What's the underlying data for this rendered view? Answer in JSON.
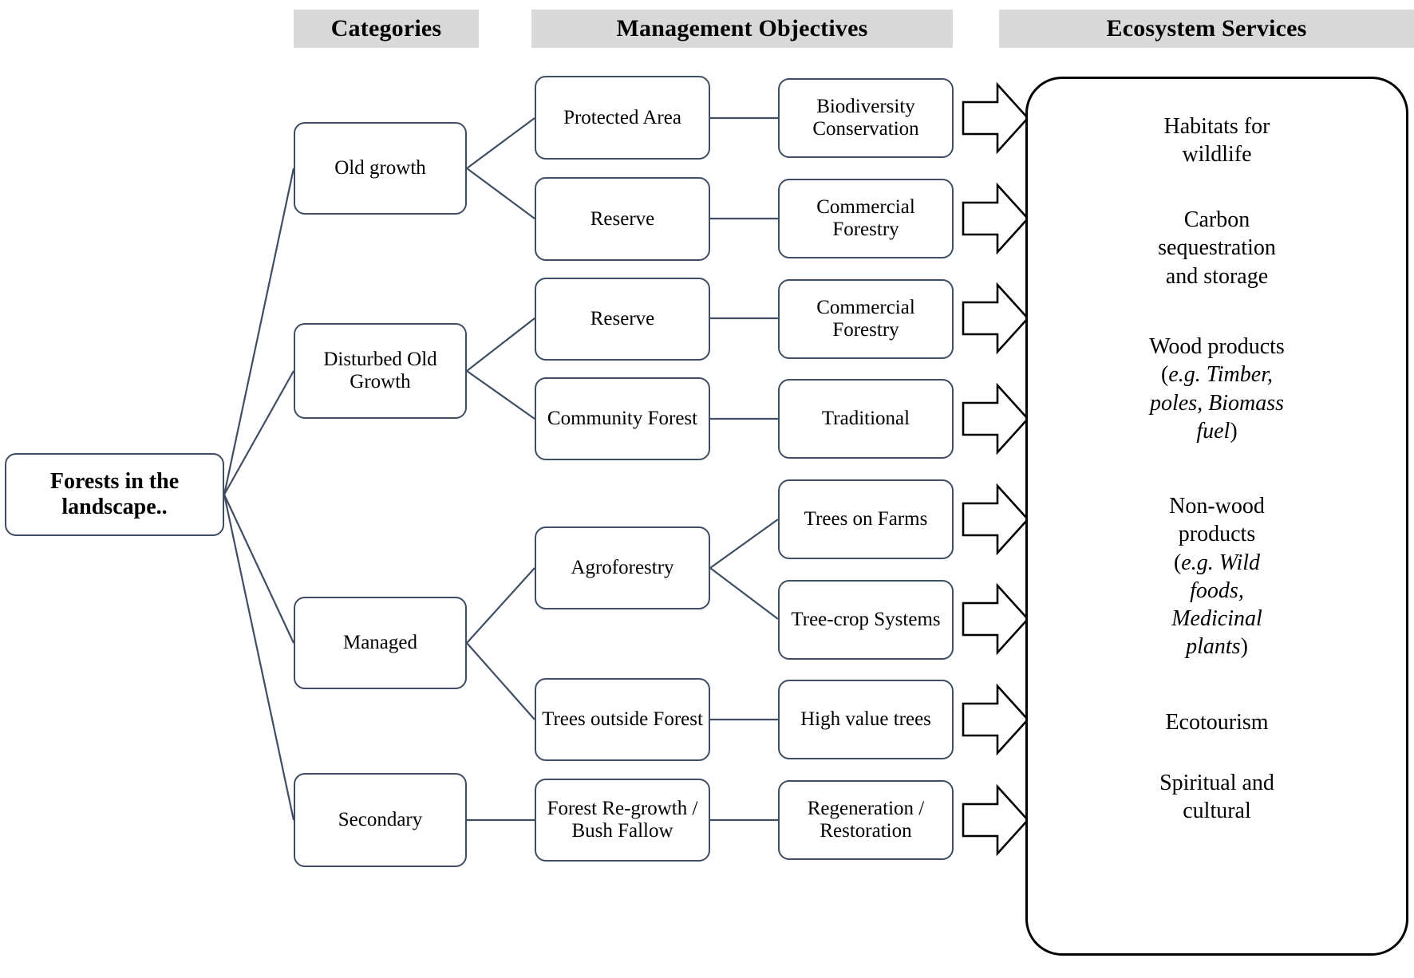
{
  "headers": [
    {
      "id": "categories",
      "label": "Categories"
    },
    {
      "id": "objectives",
      "label": "Management Objectives"
    },
    {
      "id": "services",
      "label": "Ecosystem Services"
    }
  ],
  "root": {
    "label": "Forests in the landscape.."
  },
  "categories": [
    {
      "id": "old-growth",
      "label": "Old growth"
    },
    {
      "id": "disturbed-old-growth",
      "label": "Disturbed Old Growth"
    },
    {
      "id": "managed",
      "label": "Managed"
    },
    {
      "id": "secondary",
      "label": "Secondary"
    }
  ],
  "objectives_level1": [
    {
      "id": "protected-area",
      "label": "Protected Area"
    },
    {
      "id": "reserve-1",
      "label": "Reserve"
    },
    {
      "id": "reserve-2",
      "label": "Reserve"
    },
    {
      "id": "community-forest",
      "label": "Community Forest"
    },
    {
      "id": "trees-on-farms",
      "label": "Trees on Farms"
    },
    {
      "id": "agroforestry",
      "label": "Agroforestry"
    },
    {
      "id": "tree-crop-systems",
      "label": "Tree-crop Systems"
    },
    {
      "id": "trees-outside-forest",
      "label": "Trees outside Forest"
    },
    {
      "id": "forest-regrowth",
      "label": "Forest Re-growth / Bush Fallow"
    }
  ],
  "objectives_level2": [
    {
      "id": "biodiversity-conservation",
      "label": "Biodiversity Conservation"
    },
    {
      "id": "commercial-forestry-1",
      "label": "Commercial Forestry"
    },
    {
      "id": "commercial-forestry-2",
      "label": "Commercial Forestry"
    },
    {
      "id": "traditional",
      "label": "Traditional"
    },
    {
      "id": "high-value-trees",
      "label": "High value trees"
    },
    {
      "id": "regeneration-restoration",
      "label": "Regeneration / Restoration"
    }
  ],
  "ecosystem_services": [
    {
      "id": "habitats",
      "lines": [
        {
          "text": "Habitats for",
          "italic": false
        },
        {
          "text": "wildlife",
          "italic": false
        }
      ]
    },
    {
      "id": "carbon",
      "lines": [
        {
          "text": "Carbon",
          "italic": false
        },
        {
          "text": "sequestration",
          "italic": false
        },
        {
          "text": "and storage",
          "italic": false
        }
      ]
    },
    {
      "id": "wood-products",
      "lines": [
        {
          "text": "Wood products",
          "italic": false
        },
        {
          "text": "(",
          "italic": false,
          "suffix_italic": "e.g. Timber,"
        },
        {
          "text": "poles, Biomass",
          "italic": true
        },
        {
          "text": "fuel",
          "italic": true,
          "suffix": ")"
        }
      ]
    },
    {
      "id": "non-wood-products",
      "lines": [
        {
          "text": "Non-wood",
          "italic": false
        },
        {
          "text": "products",
          "italic": false
        },
        {
          "text": "(",
          "italic": false,
          "suffix_italic": "e.g. Wild"
        },
        {
          "text": "foods,",
          "italic": true
        },
        {
          "text": "Medicinal",
          "italic": true
        },
        {
          "text": "plants",
          "italic": true,
          "suffix": ")"
        }
      ]
    },
    {
      "id": "ecotourism",
      "lines": [
        {
          "text": "Ecotourism",
          "italic": false
        }
      ]
    },
    {
      "id": "spiritual",
      "lines": [
        {
          "text": "Spiritual and",
          "italic": false
        },
        {
          "text": "cultural",
          "italic": false
        }
      ]
    }
  ],
  "arrow_count": 6,
  "colors": {
    "node_border": "#3f4e63",
    "panel_border": "#000000",
    "header_bg": "#d9d9d9",
    "background": "#ffffff",
    "text": "#000000"
  },
  "es_text": {
    "habitats_l1": "Habitats for",
    "habitats_l2": "wildlife",
    "carbon_l1": "Carbon",
    "carbon_l2": "sequestration",
    "carbon_l3": "and storage",
    "wood_l1": "Wood products",
    "wood_l2_open": "(",
    "wood_l2_ital": "e.g. Timber,",
    "wood_l3_ital": "poles, Biomass",
    "wood_l4_ital": "fuel",
    "wood_l4_close": ")",
    "nonwood_l1": "Non-wood",
    "nonwood_l2": "products",
    "nonwood_l3_open": "(",
    "nonwood_l3_ital": "e.g. Wild",
    "nonwood_l4_ital": "foods,",
    "nonwood_l5_ital": "Medicinal",
    "nonwood_l6_ital": "plants",
    "nonwood_l6_close": ")",
    "ecotourism": "Ecotourism",
    "spiritual_l1": "Spiritual and",
    "spiritual_l2": "cultural"
  }
}
